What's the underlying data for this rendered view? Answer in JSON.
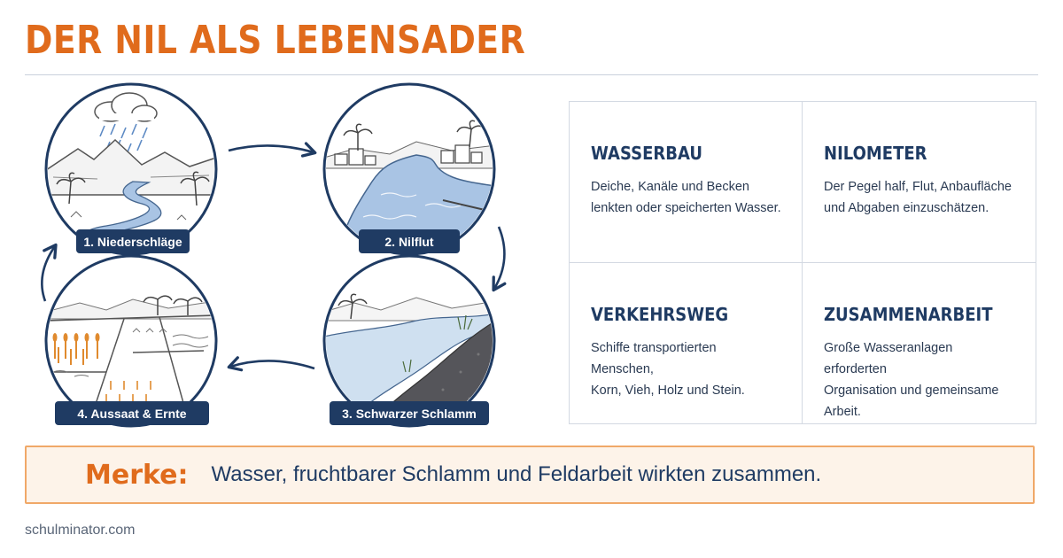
{
  "title": "DER NIL ALS LEBENSADER",
  "cycle": {
    "stages": [
      {
        "label": "1. Niederschläge"
      },
      {
        "label": "2. Nilflut"
      },
      {
        "label": "3. Schwarzer Schlamm"
      },
      {
        "label": "4. Aussaat & Ernte"
      }
    ]
  },
  "cards": [
    {
      "title": "WASSERBAU",
      "line1": "Deiche, Kanäle und Becken",
      "line2": "lenkten oder speicherten Wasser."
    },
    {
      "title": "NILOMETER",
      "line1": "Der Pegel half, Flut, Anbaufläche",
      "line2": "und Abgaben einzuschätzen."
    },
    {
      "title": "VERKEHRSWEG",
      "line1": "Schiffe transportierten Menschen,",
      "line2": "Korn, Vieh, Holz und Stein."
    },
    {
      "title": "ZUSAMMENARBEIT",
      "line1": "Große Wasseranlagen erforderten",
      "line2": "Organisation und gemeinsame Arbeit."
    }
  ],
  "note": {
    "label": "Merke:",
    "text": "Wasser, fruchtbarer Schlamm und Feldarbeit wirkten zusammen."
  },
  "footer": "schulminator.com",
  "colors": {
    "accent": "#e06b1c",
    "navy": "#1f3b63",
    "water": "#a9c4e4",
    "soil": "#55555a"
  }
}
